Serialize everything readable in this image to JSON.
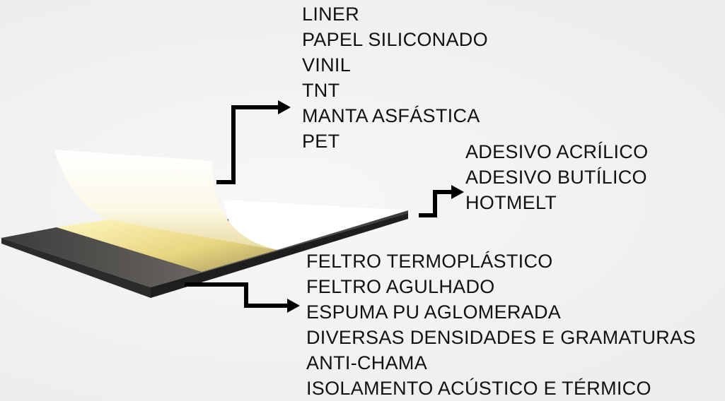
{
  "liner_group": {
    "items": [
      "LINER",
      "PAPEL SILICONADO",
      "VINIL",
      "TNT",
      "MANTA ASFÁSTICA",
      "PET"
    ]
  },
  "adhesive_group": {
    "items": [
      "ADESIVO ACRÍLICO",
      "ADESIVO BUTÍLICO",
      "HOTMELT"
    ]
  },
  "substrate_group": {
    "items": [
      "FELTRO TERMOPLÁSTICO",
      "FELTRO AGULHADO",
      "ESPUMA PU AGLOMERADA",
      "DIVERSAS DENSIDADES E GRAMATURAS",
      "ANTI-CHAMA",
      "ISOLAMENTO ACÚSTICO E TÉRMICO"
    ]
  },
  "colors": {
    "board": "#3a3a3a",
    "adhesive": "#f3e9a0",
    "sheet": "#ffffff",
    "arrow": "#000000"
  }
}
